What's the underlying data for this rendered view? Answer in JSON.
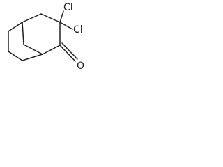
{
  "molecule": {
    "atoms": [
      {
        "element": "Cl",
        "label": "Cl"
      },
      {
        "element": "Cl",
        "label": "Cl"
      },
      {
        "element": "O",
        "label": "O"
      }
    ],
    "bond_color": "#222222"
  }
}
